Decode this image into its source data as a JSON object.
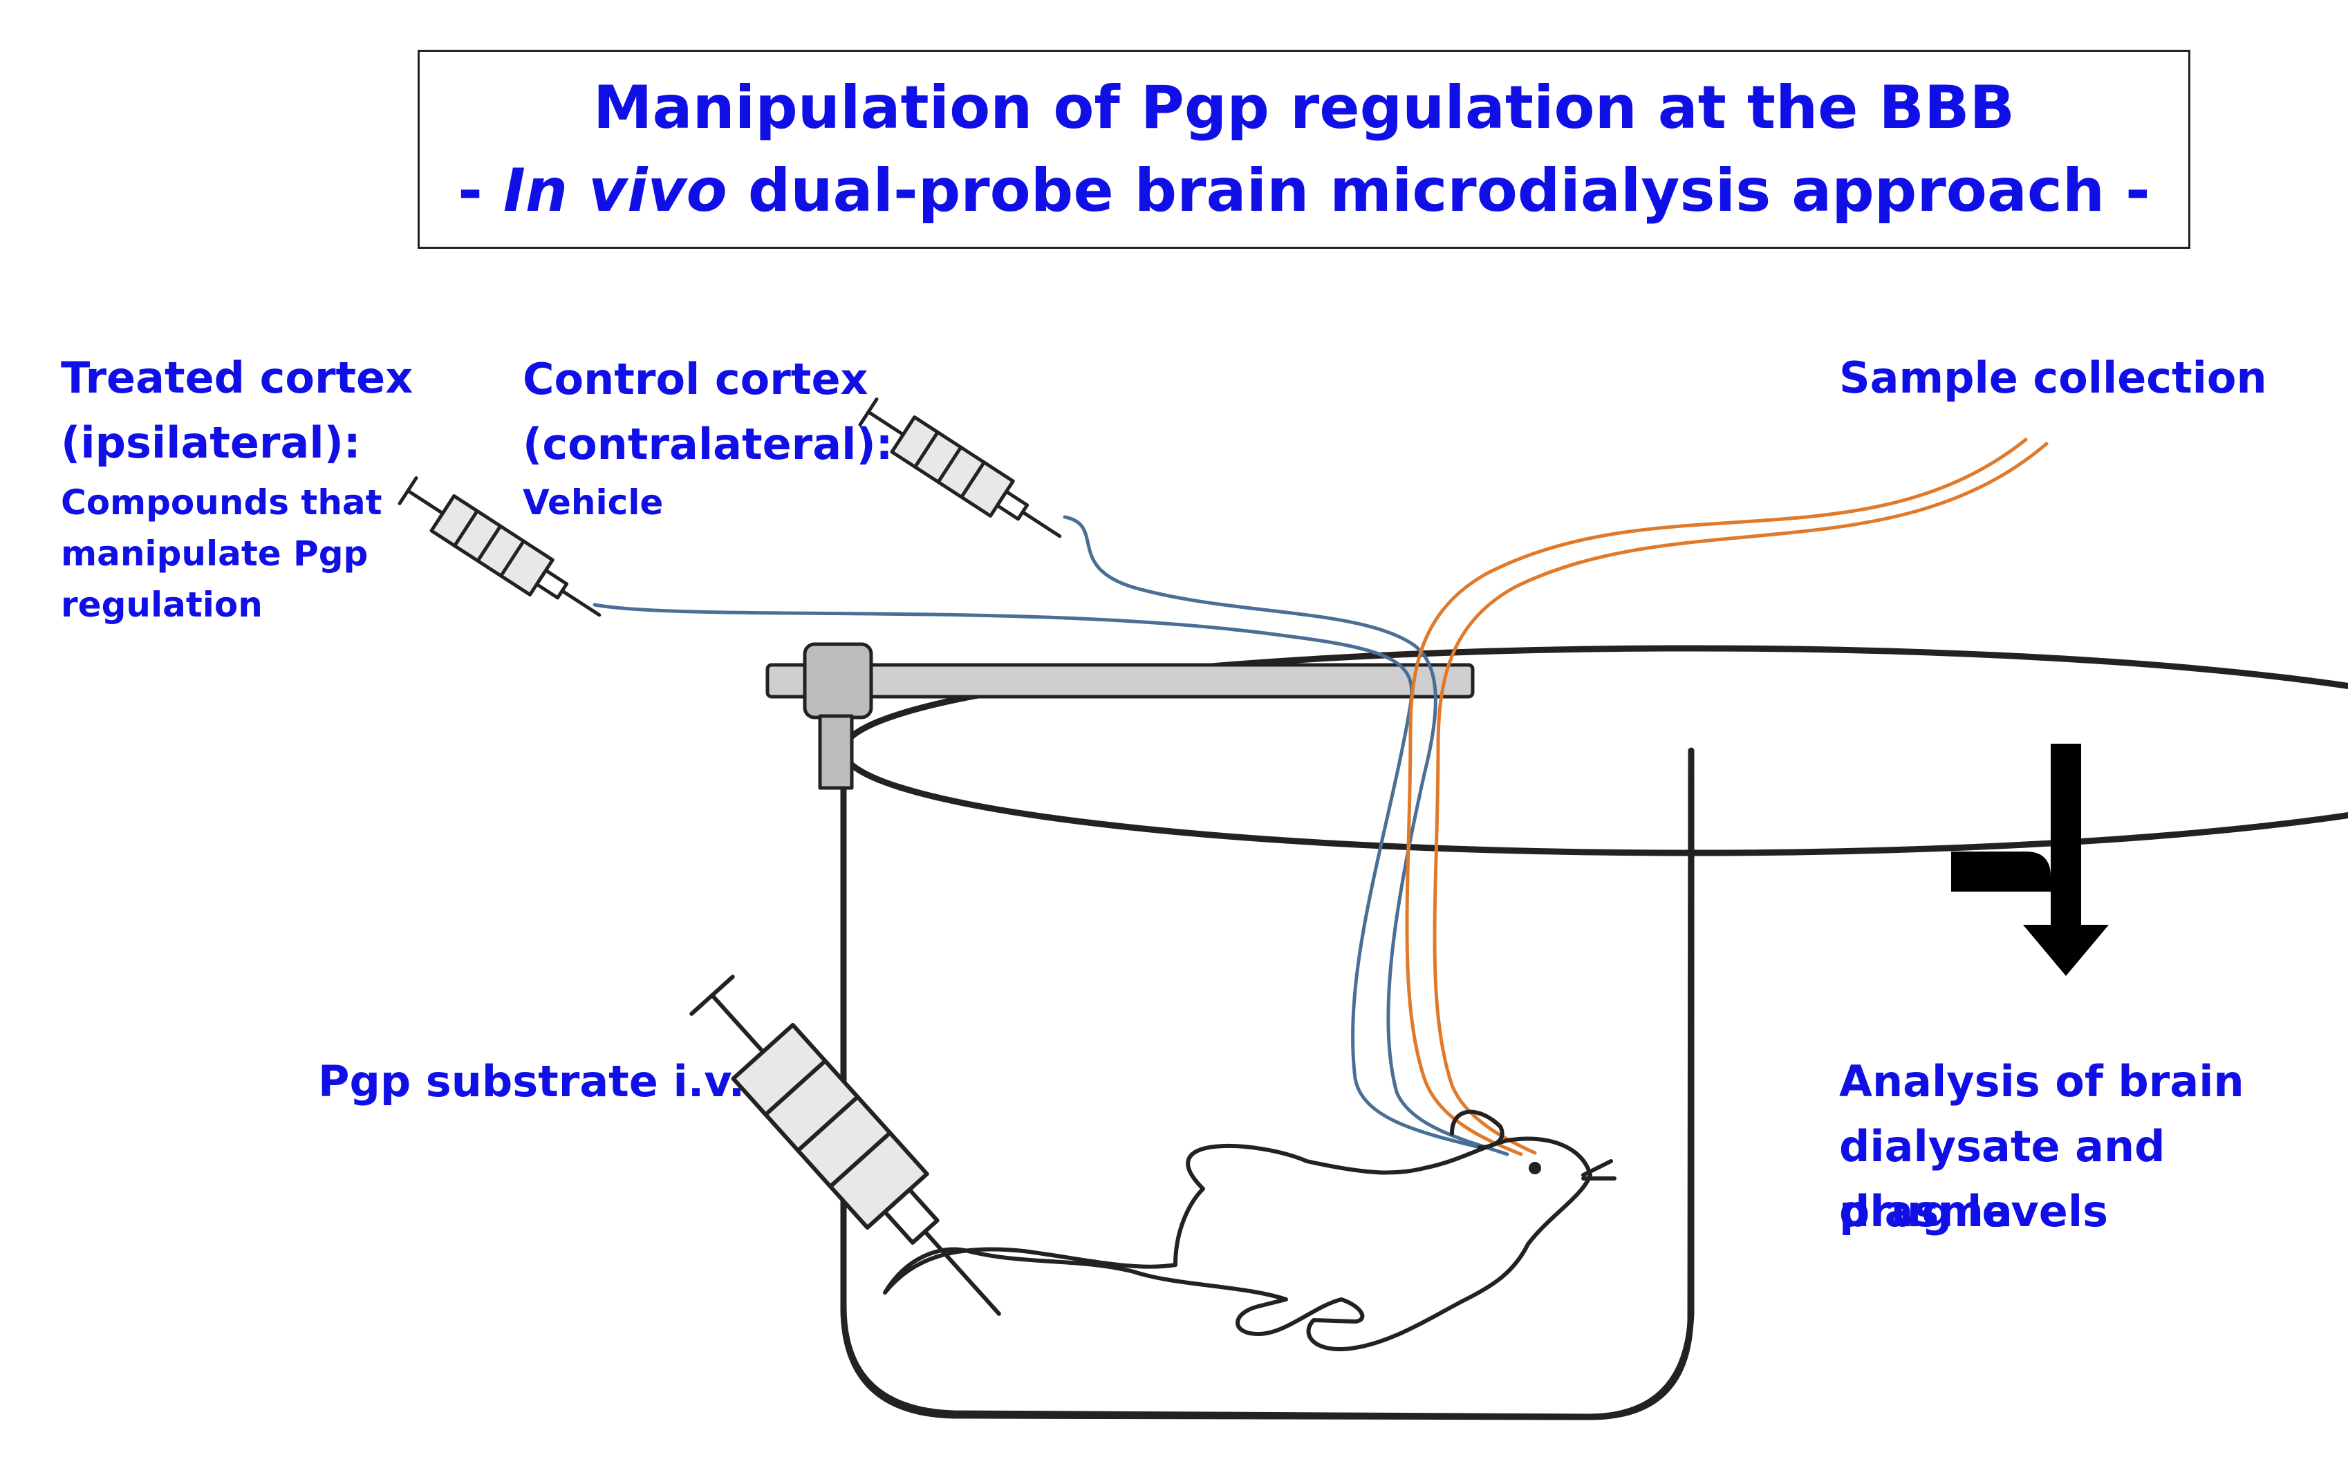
{
  "title": {
    "line1": "Manipulation of Pgp regulation at the BBB",
    "line2_prefix": "- ",
    "line2_italic": "In vivo",
    "line2_rest": " dual-probe brain microdialysis approach -"
  },
  "labels": {
    "treated_title": "Treated cortex",
    "treated_side": "(ipsilateral):",
    "treated_desc_1": "Compounds that",
    "treated_desc_2": "manipulate Pgp",
    "treated_desc_3": "regulation",
    "control_title": "Control cortex",
    "control_side": "(contralateral):",
    "control_desc": "Vehicle",
    "sample_collection": "Sample collection",
    "pgp_substrate": "Pgp substrate i.v.",
    "analysis_1": "Analysis of brain",
    "analysis_2": "dialysate and plasma",
    "analysis_3": "drug levels"
  },
  "colors": {
    "text": "#1010e6",
    "inflow_tube": "#4a6f96",
    "outflow_tube": "#e07a2a",
    "drawing": "#222222"
  },
  "icons": [
    "syringe-icon",
    "mouse-icon",
    "cage-icon",
    "probe-arm-icon",
    "down-arrow-icon"
  ]
}
